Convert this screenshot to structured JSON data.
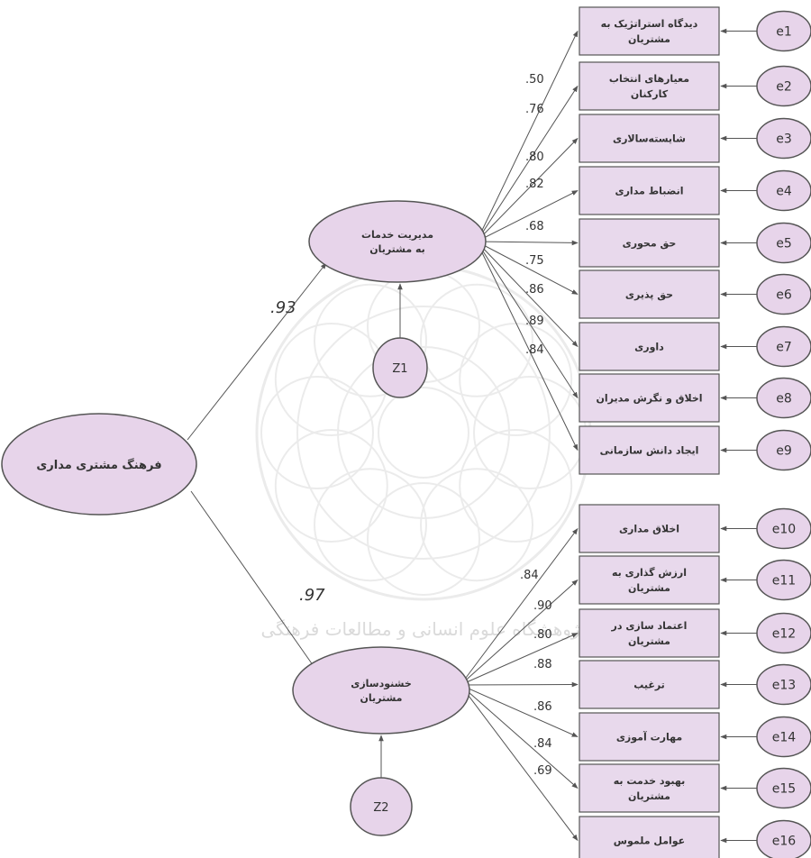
{
  "colors": {
    "node_fill": "#e7d4ea",
    "box_fill": "#e8d9ec",
    "stroke": "#555555",
    "watermark": "#dcdcdc"
  },
  "root": {
    "label": "فرهنگ مشتری مداری"
  },
  "latents": [
    {
      "id": "l1",
      "label_lines": [
        "مدیریت خدمات",
        "به مشتریان"
      ],
      "disturbance": "Z1",
      "path_coef": ".93"
    },
    {
      "id": "l2",
      "label_lines": [
        "خشنودسازی",
        "مشتریان"
      ],
      "disturbance": "Z2",
      "path_coef": ".97"
    }
  ],
  "indicators": [
    {
      "group": 0,
      "label_lines": [
        "دیدگاه استراتژیک به",
        "مشتریان"
      ],
      "error": "e1",
      "loading": ".50"
    },
    {
      "group": 0,
      "label_lines": [
        "معیارهای انتخاب",
        "کارکنان"
      ],
      "error": "e2",
      "loading": ".76"
    },
    {
      "group": 0,
      "label_lines": [
        "شایسته‌سالاری"
      ],
      "error": "e3",
      "loading": ".80"
    },
    {
      "group": 0,
      "label_lines": [
        "انضباط مداری"
      ],
      "error": "e4",
      "loading": ".82"
    },
    {
      "group": 0,
      "label_lines": [
        "حق محوری"
      ],
      "error": "e5",
      "loading": ".68"
    },
    {
      "group": 0,
      "label_lines": [
        "حق پذیری"
      ],
      "error": "e6",
      "loading": ".75"
    },
    {
      "group": 0,
      "label_lines": [
        "داوری"
      ],
      "error": "e7",
      "loading": ".86"
    },
    {
      "group": 0,
      "label_lines": [
        "اخلاق و نگرش مدیران"
      ],
      "error": "e8",
      "loading": ".89"
    },
    {
      "group": 0,
      "label_lines": [
        "ایجاد دانش سازمانی"
      ],
      "error": "e9",
      "loading": ".84"
    },
    {
      "group": 1,
      "label_lines": [
        "اخلاق مداری"
      ],
      "error": "e10",
      "loading": ".84"
    },
    {
      "group": 1,
      "label_lines": [
        "ارزش گذاری به",
        "مشتریان"
      ],
      "error": "e11",
      "loading": ".90"
    },
    {
      "group": 1,
      "label_lines": [
        "اعتماد سازی در",
        "مشتریان"
      ],
      "error": "e12",
      "loading": ".80"
    },
    {
      "group": 1,
      "label_lines": [
        "ترغیب"
      ],
      "error": "e13",
      "loading": ".88"
    },
    {
      "group": 1,
      "label_lines": [
        "مهارت آموزی"
      ],
      "error": "e14",
      "loading": ".86"
    },
    {
      "group": 1,
      "label_lines": [
        "بهبود خدمت به",
        "مشتریان"
      ],
      "error": "e15",
      "loading": ".84"
    },
    {
      "group": 1,
      "label_lines": [
        "عوامل ملموس"
      ],
      "error": "e16",
      "loading": ".69"
    }
  ],
  "watermark": {
    "text": "پژوهشگاه علوم انسانی و مطالعات فرهنگی"
  }
}
